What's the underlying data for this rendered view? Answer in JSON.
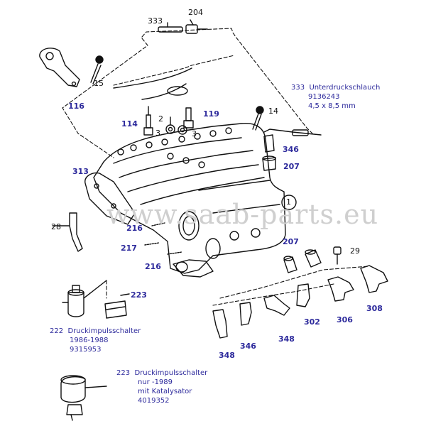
{
  "watermark": "www.saab-parts.eu",
  "colors": {
    "label": "#2d2a9c",
    "line": "#111111",
    "watermark": "#cfcfcf"
  },
  "labels": {
    "p333_top": "333",
    "p204": "204",
    "p15": "15",
    "p116": "116",
    "p114": "114",
    "p2": "2",
    "p3a": "3",
    "p3b": "3",
    "p119": "119",
    "p14": "14",
    "p346_top": "346",
    "p207_top": "207",
    "p313": "313",
    "p1": "1",
    "p28": "28",
    "p216a": "216",
    "p217": "217",
    "p216b": "216",
    "p207_mid": "207",
    "p29": "29",
    "p223_small": "223",
    "p308": "308",
    "p306": "306",
    "p302": "302",
    "p348a": "348",
    "p346_bot": "346",
    "p348b": "348"
  },
  "notes": {
    "n333": {
      "num": "333",
      "lines": [
        "Unterdruckschlauch",
        "9136243",
        "4,5 x 8,5 mm"
      ]
    },
    "n222": {
      "num": "222",
      "lines": [
        "Druckimpulsschalter",
        "1986-1988",
        "9315953"
      ]
    },
    "n223": {
      "num": "223",
      "lines": [
        "Druckimpulsschalter",
        "nur -1989",
        "mit Katalysator",
        "4019352"
      ]
    }
  }
}
